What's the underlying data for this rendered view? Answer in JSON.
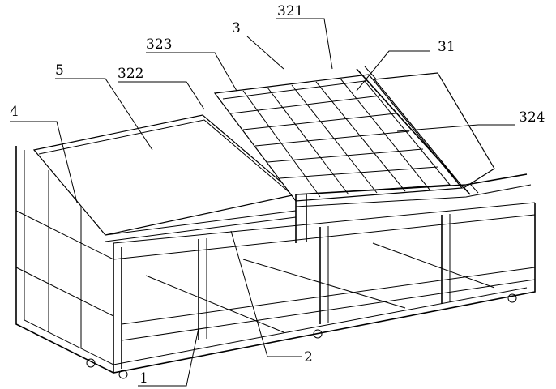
{
  "figure": {
    "labels": {
      "l321": "321",
      "l3": "3",
      "l323": "323",
      "l31": "31",
      "l5": "5",
      "l322": "322",
      "l324": "324",
      "l4": "4",
      "l2": "2",
      "l1": "1"
    },
    "colors": {
      "line": "#000000",
      "background": "#ffffff"
    }
  }
}
